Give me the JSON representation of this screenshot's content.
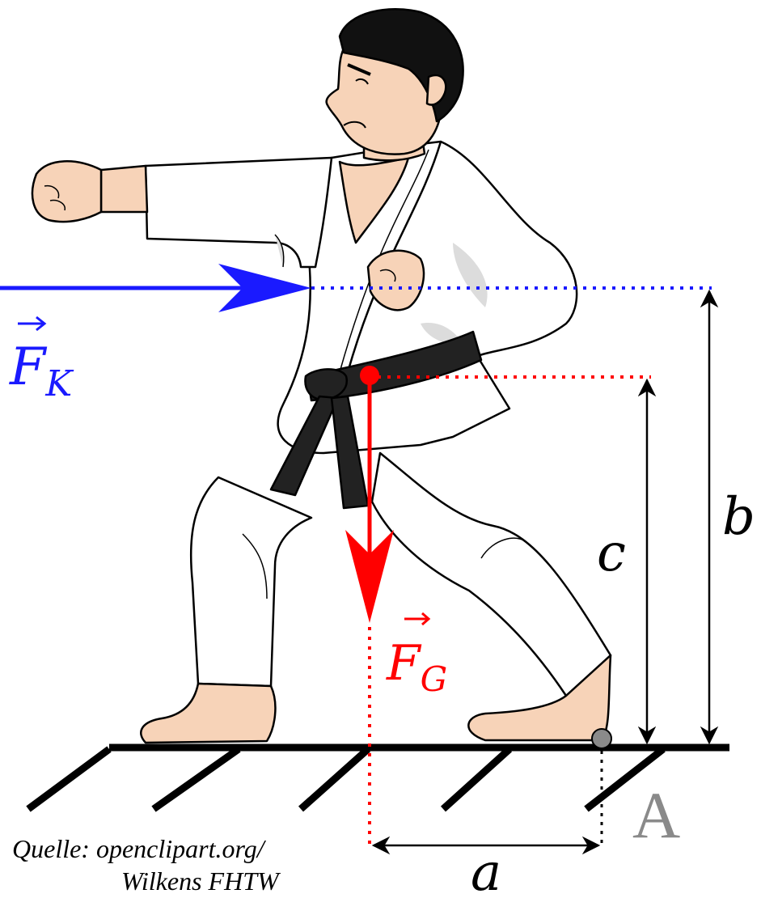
{
  "labels": {
    "force_k_base": "F",
    "force_k_sub": "K",
    "force_g_base": "F",
    "force_g_sub": "G",
    "dim_a": "a",
    "dim_b": "b",
    "dim_c": "c",
    "point_a": "A"
  },
  "credit": {
    "line1": "Quelle: openclipart.org/",
    "line2": "Wilkens FHTW"
  },
  "colors": {
    "force_k": "#1a1aff",
    "force_g": "#ff0000",
    "pivot": "#8a8a8a",
    "skin": "#f7d3b8",
    "gi": "#ffffff",
    "gi_shadow": "#dcdcdc",
    "belt": "#222222",
    "hair": "#111111"
  },
  "illustration": {
    "subject": "karate fighter in gi with black belt, punching",
    "icons": [
      "force-vector-arrow",
      "gravity-vector-arrow",
      "pivot-point",
      "ground-hatching"
    ]
  }
}
